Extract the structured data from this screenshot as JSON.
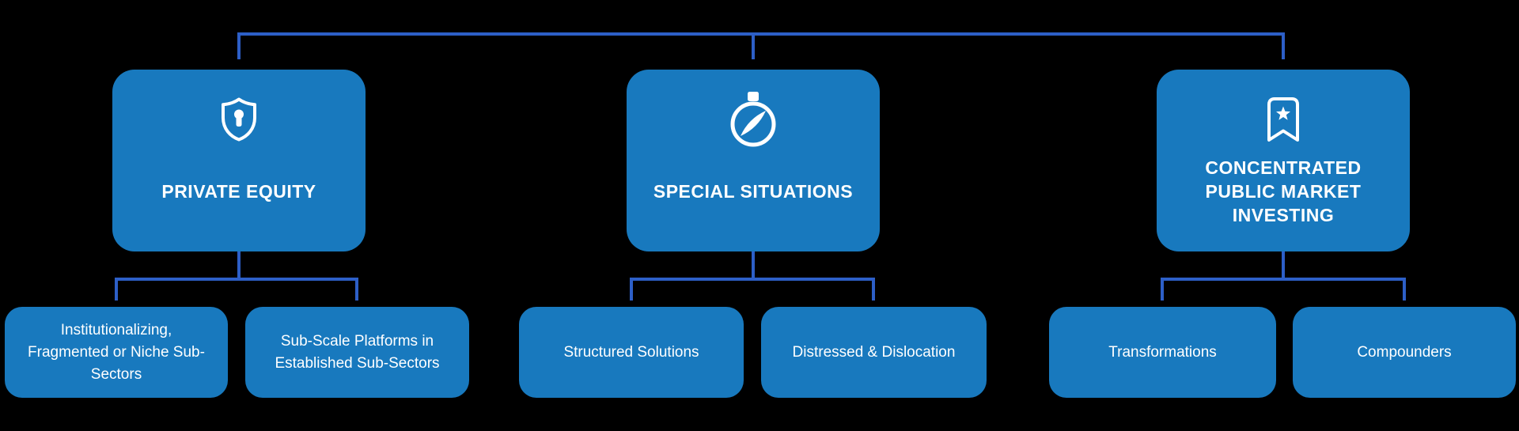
{
  "colors": {
    "background": "#000000",
    "card_blue": "#1879BE",
    "connector_blue": "#2D5FC7",
    "text_white": "#FFFFFF"
  },
  "diagram": {
    "branches": [
      {
        "title": "PRIVATE EQUITY",
        "icon": "shield-lock-icon",
        "children": [
          {
            "label": "Institutionalizing, Fragmented or Niche Sub-Sectors"
          },
          {
            "label": "Sub-Scale Platforms in Established Sub-Sectors"
          }
        ]
      },
      {
        "title": "SPECIAL SITUATIONS",
        "icon": "compass-icon",
        "children": [
          {
            "label": "Structured Solutions"
          },
          {
            "label": "Distressed & Dislocation"
          }
        ]
      },
      {
        "title": "CONCENTRATED PUBLIC MARKET INVESTING",
        "icon": "bookmark-star-icon",
        "children": [
          {
            "label": "Transformations"
          },
          {
            "label": "Compounders"
          }
        ]
      }
    ]
  }
}
